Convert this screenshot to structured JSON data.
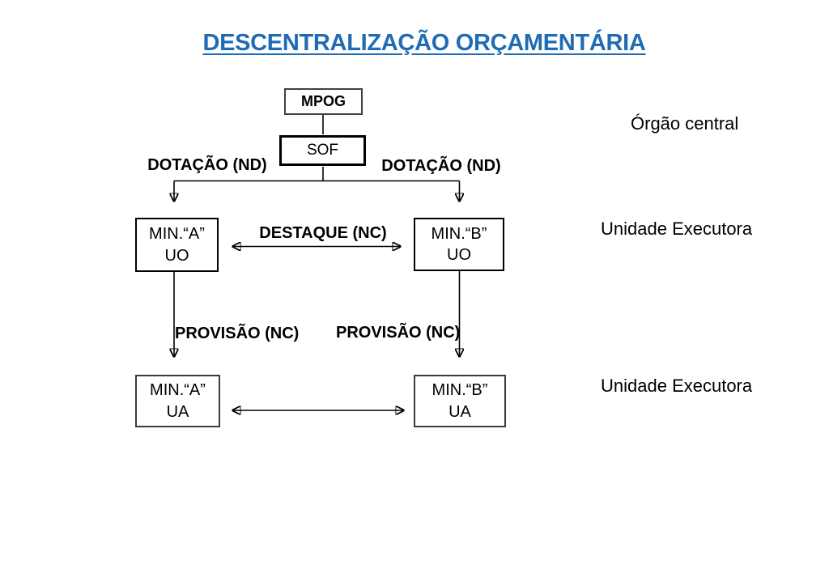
{
  "title": "DESCENTRALIZAÇÃO ORÇAMENTÁRIA",
  "colors": {
    "title_blue": "#1f6cb5",
    "line_black": "#000000",
    "background": "#ffffff"
  },
  "nodes": {
    "mpog": {
      "label": "MPOG"
    },
    "sof": {
      "label": "SOF"
    },
    "min_a_uo": {
      "line1": "MIN.“A”",
      "line2": "UO"
    },
    "min_b_uo": {
      "line1": "MIN.“B”",
      "line2": "UO"
    },
    "min_a_ua": {
      "line1": "MIN.“A”",
      "line2": "UA"
    },
    "min_b_ua": {
      "line1": "MIN.“B”",
      "line2": "UA"
    }
  },
  "edge_labels": {
    "dotacao_left": "DOTAÇÃO (ND)",
    "dotacao_right": "DOTAÇÃO (ND)",
    "destaque": "DESTAQUE (NC)",
    "provisao_left": "PROVISÃO (NC)",
    "provisao_right": "PROVISÃO (NC)"
  },
  "side_labels": {
    "orgao_central": "Órgão central",
    "unidade_executora_top": "Unidade Executora",
    "unidade_executora_bottom": "Unidade Executora"
  }
}
